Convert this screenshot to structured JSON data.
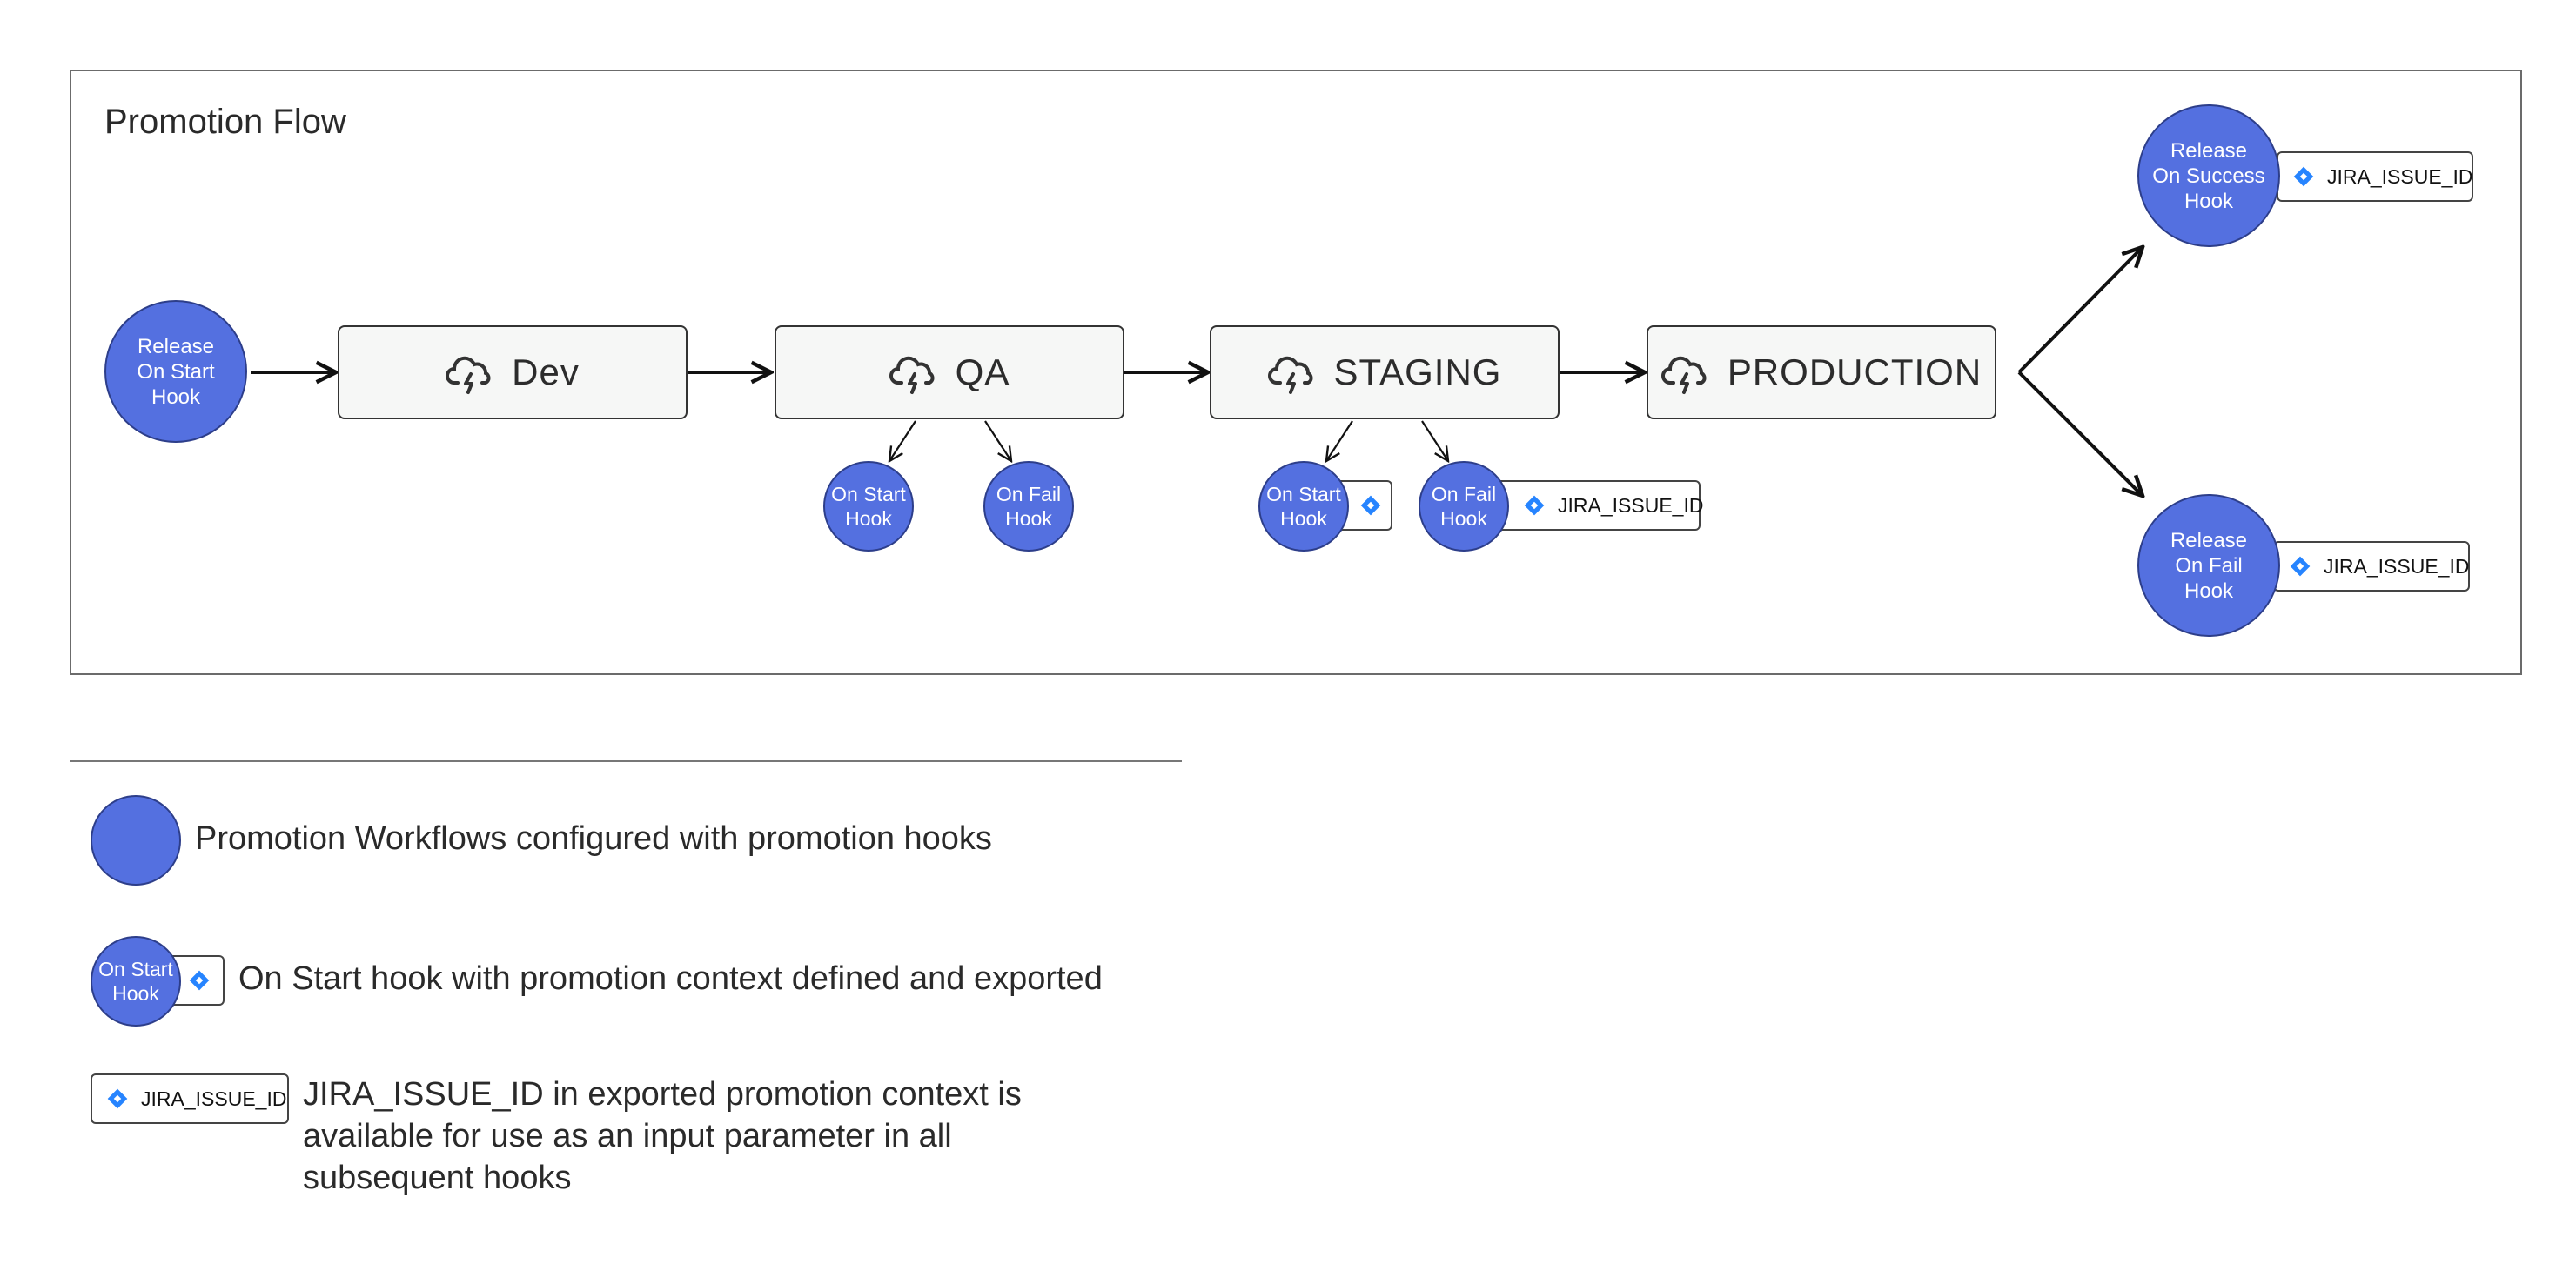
{
  "diagram": {
    "title": "Promotion Flow",
    "release_start": "Release\nOn Start\nHook",
    "release_success": "Release\nOn Success\nHook",
    "release_fail": "Release\nOn Fail\nHook",
    "stages": {
      "dev": "Dev",
      "qa": "QA",
      "staging": "STAGING",
      "production": "PRODUCTION"
    },
    "hooks": {
      "qa_start": "On Start\nHook",
      "qa_fail": "On Fail\nHook",
      "staging_start": "On Start\nHook",
      "staging_fail": "On Fail\nHook"
    },
    "context_tag": "JIRA_ISSUE_ID",
    "stage_icon": "cloud-lightning-icon",
    "tag_icon": "jira-diamond-icon",
    "colors": {
      "hook_fill": "#5470e0",
      "jira_blue": "#2684ff"
    }
  },
  "legend": {
    "item1_text": "Promotion Workflows configured with promotion hooks",
    "item2_hook": "On Start\nHook",
    "item2_text": "On Start hook with promotion context defined and exported",
    "item3_tag": "JIRA_ISSUE_ID",
    "item3_text": "JIRA_ISSUE_ID in exported promotion context is available for use as an input parameter in all subsequent hooks"
  }
}
